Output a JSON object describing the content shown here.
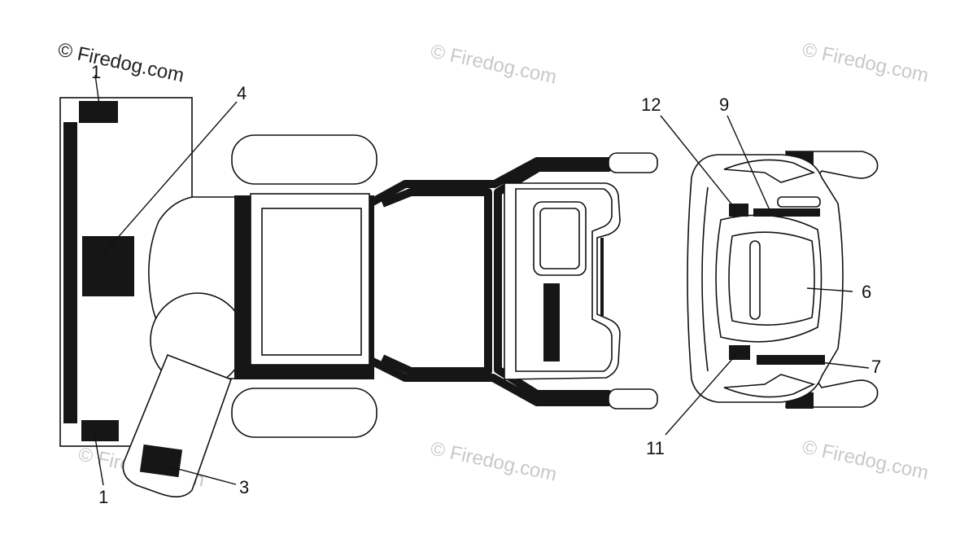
{
  "watermark_text": "© Firedog.com",
  "callouts": {
    "c1_top": "1",
    "c1_bottom": "1",
    "c3": "3",
    "c4": "4",
    "c6": "6",
    "c7": "7",
    "c9": "9",
    "c11": "11",
    "c12": "12"
  },
  "colors": {
    "line": "#111111",
    "decal": "#161616",
    "watermark": "#c8c8c8"
  }
}
